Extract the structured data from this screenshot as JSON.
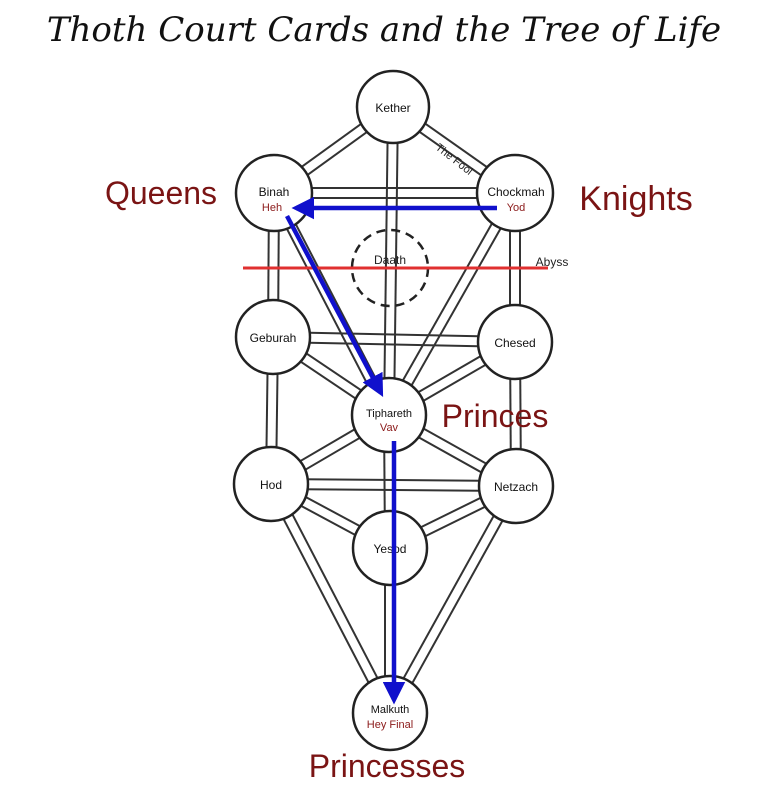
{
  "title": "Thoth Court Cards and  the Tree of Life",
  "colors": {
    "court_label": "#7a1414",
    "arrow": "#1010cc",
    "abyss": "#e03030",
    "stroke": "#333333",
    "letter": "#8b1a1a"
  },
  "sephiroth": {
    "kether": {
      "name": "Kether",
      "letter": ""
    },
    "binah": {
      "name": "Binah",
      "letter": "Heh"
    },
    "chockmah": {
      "name": "Chockmah",
      "letter": "Yod"
    },
    "daath": {
      "name": "Daath",
      "letter": ""
    },
    "geburah": {
      "name": "Geburah",
      "letter": ""
    },
    "chesed": {
      "name": "Chesed",
      "letter": ""
    },
    "tiphareth": {
      "name": "Tiphareth",
      "letter": "Vav"
    },
    "hod": {
      "name": "Hod",
      "letter": ""
    },
    "netzach": {
      "name": "Netzach",
      "letter": ""
    },
    "yesod": {
      "name": "Yesod",
      "letter": ""
    },
    "malkuth": {
      "name": "Malkuth",
      "letter": "Hey Final"
    }
  },
  "labels": {
    "the_fool": "The Fool",
    "abyss": "Abyss",
    "queens": "Queens",
    "knights": "Knights",
    "princes": "Princes",
    "princesses": "Princesses"
  }
}
